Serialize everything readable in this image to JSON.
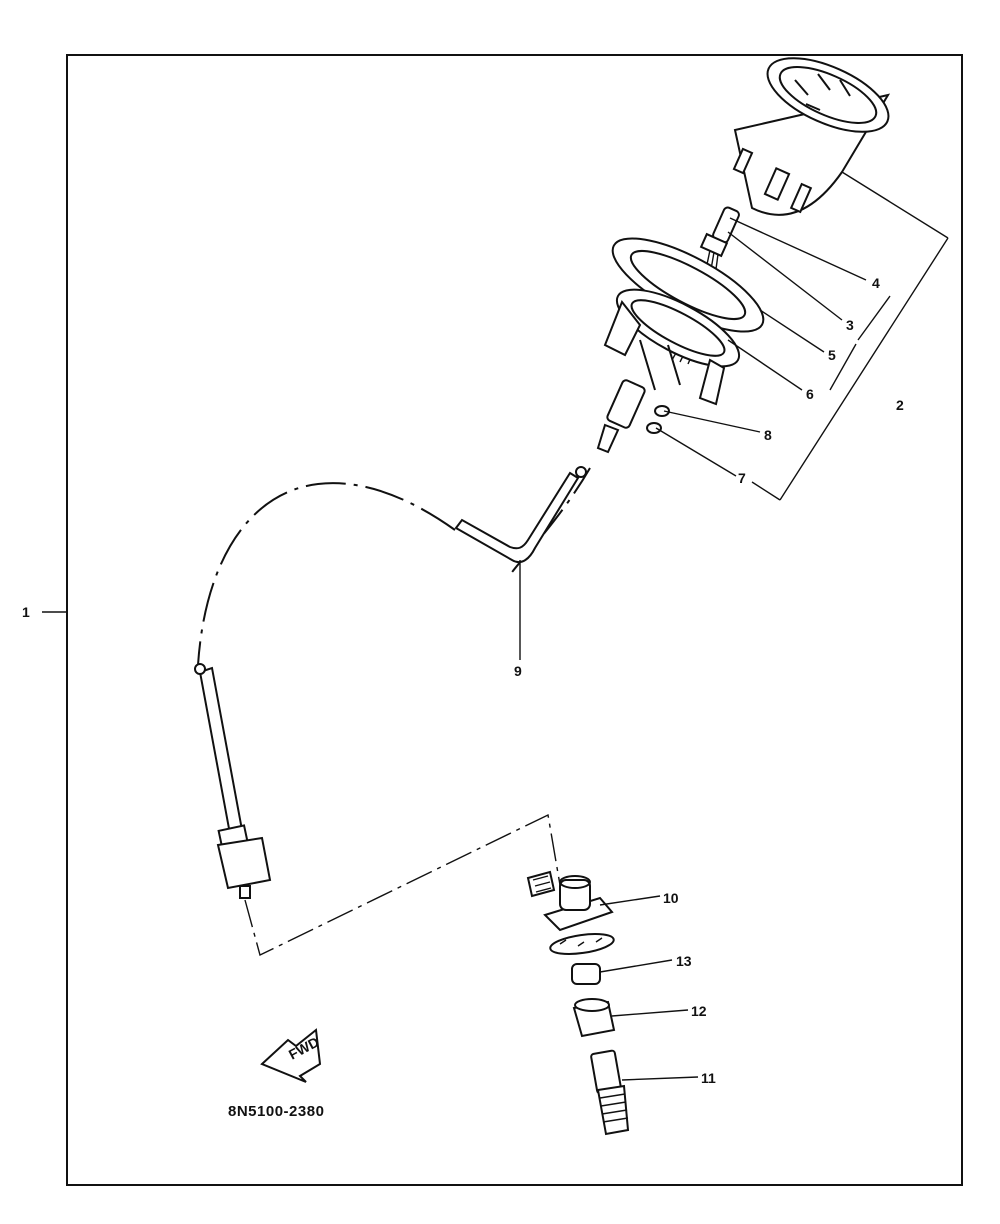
{
  "diagram": {
    "reference_code": "8N5100-2380",
    "fwd_arrow_text": "FWD",
    "part_labels": {
      "p1": "1",
      "p2": "2",
      "p3": "3",
      "p4": "4",
      "p5": "5",
      "p6": "6",
      "p7": "7",
      "p8": "8",
      "p9": "9",
      "p10": "10",
      "p11": "11",
      "p12": "12",
      "p13": "13"
    }
  }
}
